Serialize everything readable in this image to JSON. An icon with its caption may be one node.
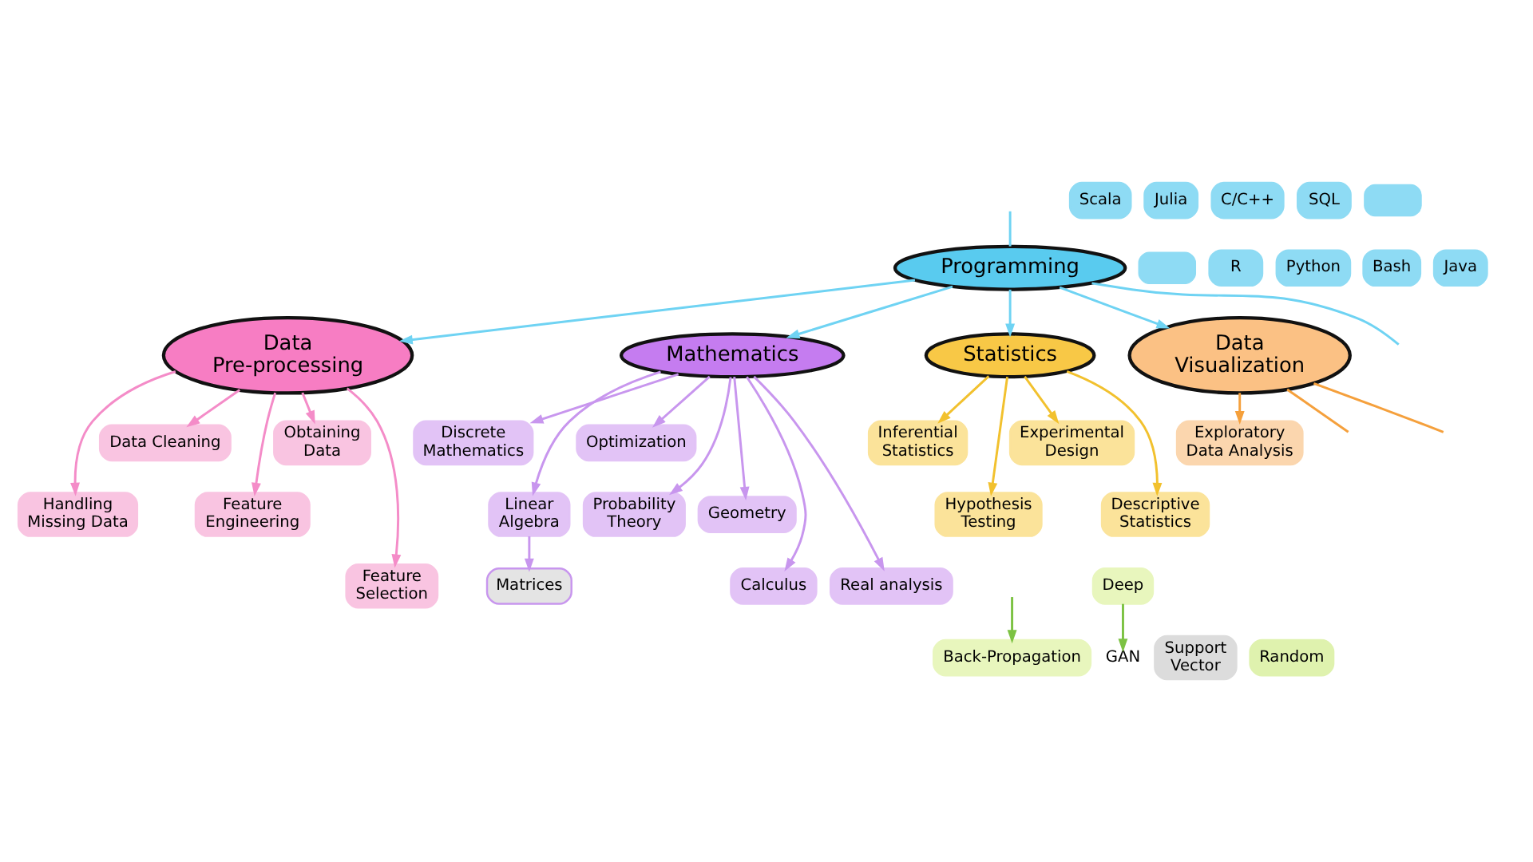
{
  "diagram": {
    "nodes": [
      {
        "text": [
          "Handling Missing Data"
        ]
      },
      {
        "text": [
          "Data Cleaning"
        ]
      },
      {
        "text": [
          "Feature Engineering"
        ]
      },
      {
        "text": [
          "Discrete Mathematics"
        ]
      },
      {
        "text": [
          "Matrices"
        ]
      },
      {
        "text": [
          "Linear Algebra"
        ]
      },
      {
        "text": [
          "Optimization"
        ]
      },
      {
        "text": [
          "Obtaining Data"
        ]
      },
      {
        "text": [
          "Data Pre-processing"
        ]
      },
      {
        "text": [
          "Feature Selection"
        ]
      },
      {
        "text": [
          "Mathematics"
        ]
      },
      {
        "text": [
          "Inferential Statistics"
        ]
      },
      {
        "text": [
          "Hypothesis Testing"
        ]
      },
      {
        "text": [
          "Scala"
        ]
      },
      {
        "text": [
          "Julia"
        ]
      },
      {
        "text": [
          "C/C++"
        ]
      },
      {
        "text": [
          "SQL"
        ]
      },
      {
        "text": [
          "Probability Theory"
        ]
      },
      {
        "text": [
          "Geometry"
        ]
      },
      {
        "text": [],
        "shape": "cloud"
      },
      {
        "text": [
          "Programming"
        ]
      },
      {
        "text": [
          "Statistics"
        ]
      },
      {
        "text": [],
        "shape": "cloud"
      },
      {
        "text": [
          "Calculus"
        ]
      },
      {
        "text": [
          "Real analysis"
        ]
      },
      {
        "text": [
          "R"
        ]
      },
      {
        "text": [
          "Python"
        ]
      },
      {
        "text": [
          "Bash"
        ]
      },
      {
        "text": [
          "Java"
        ]
      },
      {
        "text": [
          "Experimental Design"
        ]
      },
      {
        "text": [
          "Exploratory Data Analysis"
        ]
      },
      {
        "text": [
          "Descriptive Statistics"
        ]
      },
      {
        "text": [
          "Data Visualization"
        ]
      },
      {
        "text": [
          "Back-Propagation"
        ]
      },
      {
        "text": [
          "GAN"
        ]
      },
      {
        "text": [
          "Support Vector"
        ]
      },
      {
        "text": [
          "Random"
        ]
      },
      {
        "text": [
          "Deep"
        ]
      }
    ],
    "edges": [
      {
        "from": 20,
        "to": 21,
        "arrow": "to",
        "color": "#6fd3f3"
      },
      {
        "from": 20,
        "to": 8,
        "arrow": "to",
        "color": "#6fd3f3"
      },
      {
        "from": 20,
        "to": 10,
        "arrow": "to",
        "color": "#6fd3f3"
      },
      {
        "from": 20,
        "to": 32,
        "arrow": "to",
        "color": "#6fd3f3"
      },
      {
        "from": 20,
        "to": null,
        "arrow": "none",
        "color": "#6fd3f3"
      },
      {
        "from": 20,
        "to": null,
        "arrow": "none",
        "color": "#6fd3f3"
      },
      {
        "from": 8,
        "to": 7,
        "arrow": "to",
        "color": "#f48cc8"
      },
      {
        "from": 8,
        "to": 0,
        "arrow": "to",
        "color": "#f48cc8"
      },
      {
        "from": 8,
        "to": 1,
        "arrow": "to",
        "color": "#f48cc8"
      },
      {
        "from": 8,
        "to": 2,
        "arrow": "to",
        "color": "#f48cc8"
      },
      {
        "from": 8,
        "to": 9,
        "arrow": "to",
        "color": "#f48cc8"
      },
      {
        "from": 10,
        "to": 3,
        "arrow": "to"
      },
      {
        "from": 10,
        "to": 5,
        "arrow": "to"
      },
      {
        "from": 5,
        "to": 4,
        "arrow": "to"
      },
      {
        "from": 10,
        "to": 6,
        "arrow": "to"
      },
      {
        "from": 10,
        "to": 17,
        "arrow": "to"
      },
      {
        "from": 10,
        "to": 23,
        "arrow": "to"
      },
      {
        "from": 10,
        "to": 24,
        "arrow": "to"
      },
      {
        "from": 10,
        "to": 18,
        "arrow": "to"
      },
      {
        "from": 21,
        "to": 11,
        "arrow": "to",
        "color": "#f2c12e"
      },
      {
        "from": 21,
        "to": 12,
        "arrow": "to",
        "color": "#f2c12e"
      },
      {
        "from": 21,
        "to": 29,
        "arrow": "to",
        "color": "#f2c12e"
      },
      {
        "from": 21,
        "to": 31,
        "arrow": "to",
        "color": "#f2c12e"
      },
      {
        "from": 32,
        "to": 30,
        "arrow": "to",
        "color": "#f5a03c"
      },
      {
        "from": 32,
        "to": null,
        "arrow": "none",
        "color": "#f5a03c"
      },
      {
        "from": 32,
        "to": null,
        "arrow": "none",
        "color": "#f5a03c"
      },
      {
        "from": 37,
        "to": 34,
        "arrow": "to",
        "color": "#7cc243"
      },
      {
        "from": null,
        "to": 33,
        "arrow": "to",
        "color": "#7cc243"
      }
    ]
  }
}
